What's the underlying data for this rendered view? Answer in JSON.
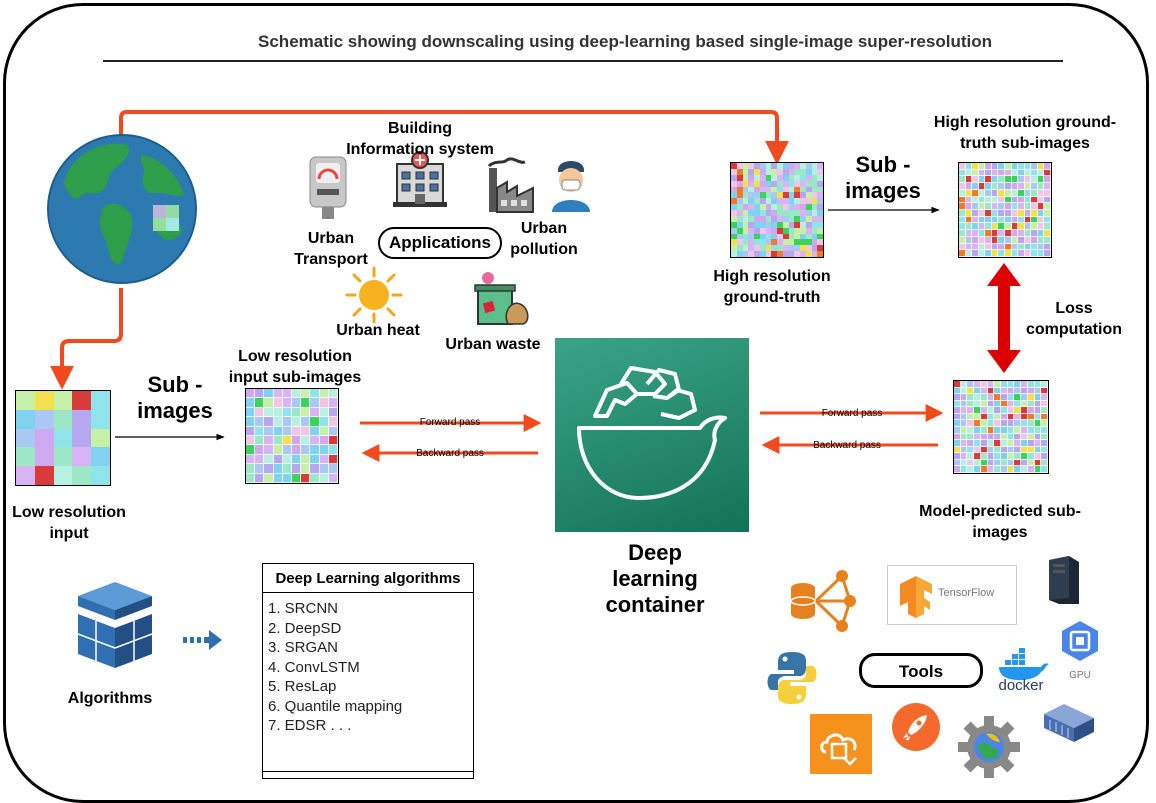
{
  "title": "Schematic showing downscaling using deep-learning based single-image super-resolution",
  "labels": {
    "building_info": "Building\nInformation system",
    "urban_transport": "Urban\nTransport",
    "applications": "Applications",
    "urban_pollution": "Urban\npollution",
    "urban_heat": "Urban heat",
    "urban_waste": "Urban waste",
    "hr_ground_truth": "High resolution\nground-truth",
    "hr_sub_images": "High resolution ground-\ntruth sub-images",
    "sub_images_top": "Sub -\nimages",
    "sub_images_left": "Sub -\nimages",
    "loss_computation": "Loss\ncomputation",
    "lr_input_sub_images": "Low resolution\ninput sub-images",
    "lr_input": "Low resolution\ninput",
    "deep_learning_container": "Deep\nlearning\ncontainer",
    "model_predicted": "Model-predicted sub-\nimages",
    "algorithms": "Algorithms",
    "tools": "Tools",
    "tensorflow": "TensorFlow",
    "docker": "docker",
    "gpu": "GPU"
  },
  "arrows": {
    "forward_left": "Forward pass",
    "backward_left": "Backward pass",
    "forward_right": "Forward pass",
    "backward_right": "Backward pass"
  },
  "algorithms_box": {
    "header": "Deep Learning algorithms",
    "items": [
      "1. SRCNN",
      "2. DeepSD",
      "3. SRGAN",
      "4. ConvLSTM",
      "5. ResLap",
      "6. Quantile mapping",
      "7. EDSR . . ."
    ]
  },
  "colors": {
    "arrow_red": "#f04a1e",
    "loss_red": "#dd0000",
    "container_green": "#1f8a6c",
    "icon_blue": "#2f6fb2"
  },
  "icons": [
    "globe-icon",
    "transport-icon",
    "building-icon",
    "factory-icon",
    "person-mask-icon",
    "sun-icon",
    "waste-icon",
    "algorithms-cube-icon",
    "tools-database-icon",
    "tensorflow-icon",
    "server-icon",
    "gpu-icon",
    "python-icon",
    "docker-icon",
    "storage-icon",
    "rocket-icon",
    "earth-engine-icon",
    "cloud-function-icon"
  ]
}
